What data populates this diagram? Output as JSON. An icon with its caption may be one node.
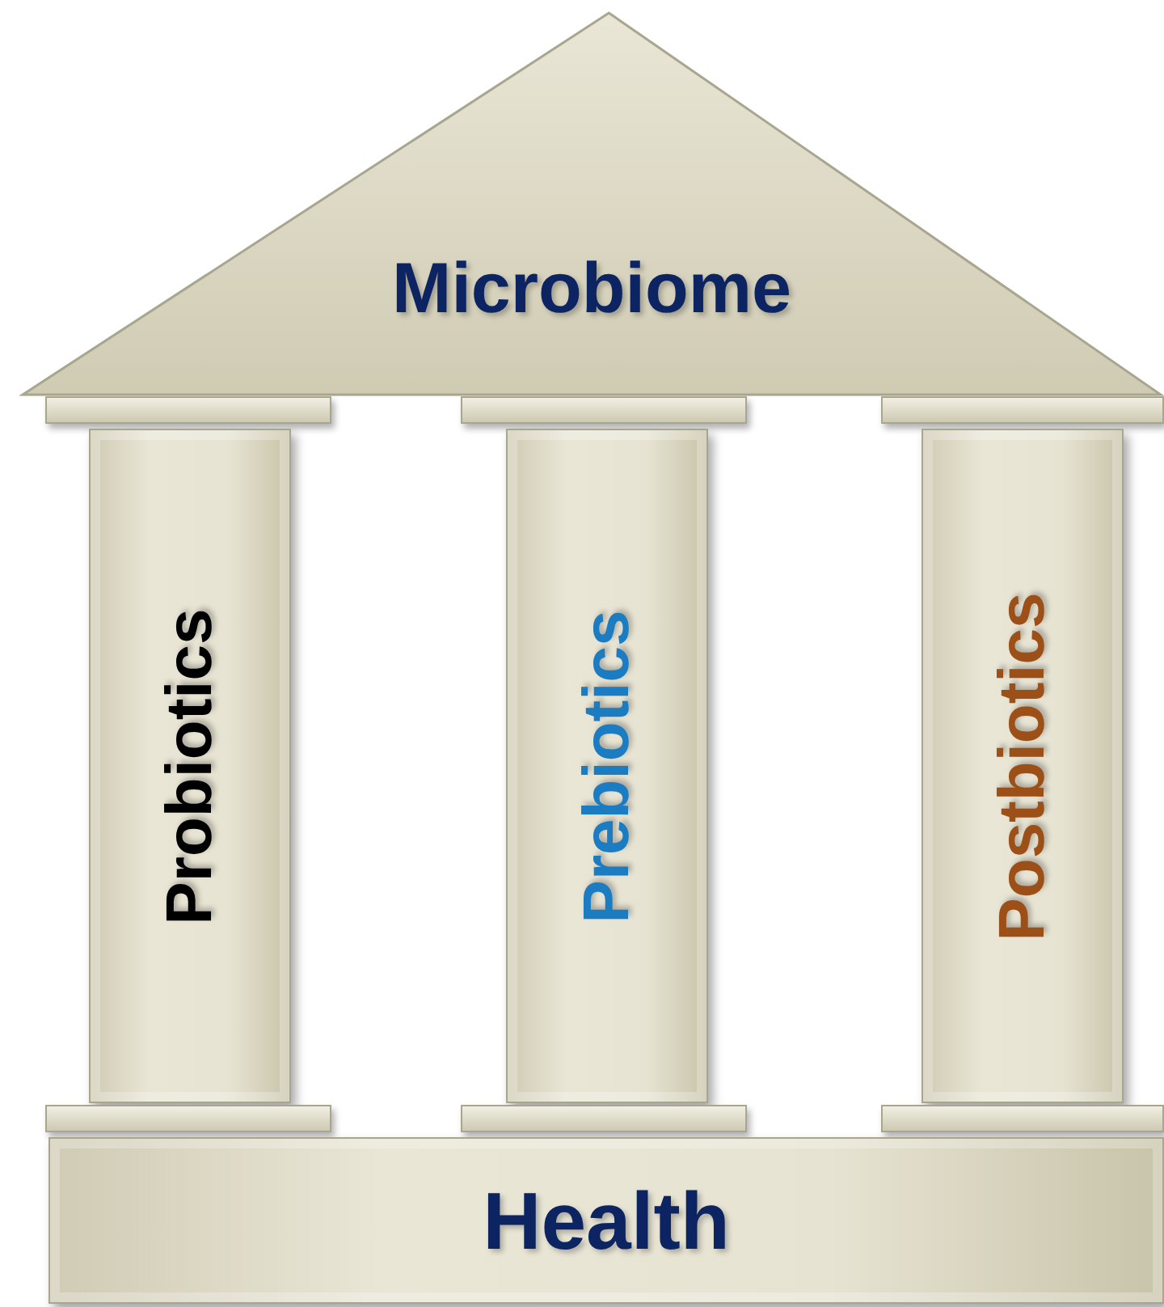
{
  "diagram": {
    "nodes": [
      {
        "text": [
          "Microbiome"
        ]
      },
      {
        "text": [],
        "shape": "bar"
      },
      {
        "text": [],
        "shape": "bar"
      },
      {
        "text": [],
        "shape": "bar"
      },
      {
        "text": [
          "Probiotics"
        ]
      },
      {
        "text": [
          "Prebiotics"
        ]
      },
      {
        "text": [
          "Postbiotics"
        ]
      },
      {
        "text": [],
        "shape": "bar"
      },
      {
        "text": [],
        "shape": "bar"
      },
      {
        "text": [],
        "shape": "bar"
      },
      {
        "text": [
          "Health"
        ]
      }
    ]
  }
}
